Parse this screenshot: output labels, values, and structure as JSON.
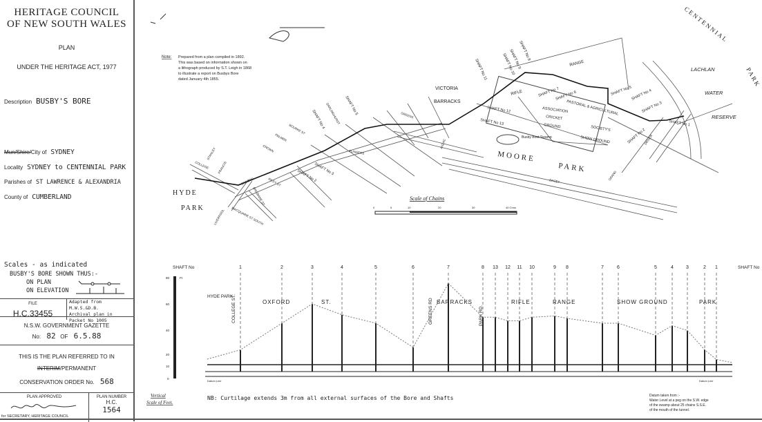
{
  "title_block": {
    "org_line1": "HERITAGE COUNCIL",
    "org_line2": "OF NEW SOUTH WALES",
    "plan": "PLAN",
    "act": "UNDER THE HERITAGE ACT, 1977",
    "description_label": "Description",
    "description_value": "BUSBY'S BORE",
    "mun_label_struck": "Mun/Shire/",
    "mun_label": "City of",
    "mun_value": "SYDNEY",
    "locality_label": "Locality",
    "locality_value": "SYDNEY to CENTENNIAL PARK",
    "parishes_label": "Parishes of",
    "parishes_value": "ST LAWRENCE & ALEXANDRIA",
    "county_label": "County of",
    "county_value": "CUMBERLAND",
    "scales": "Scales - as indicated",
    "shown_thus": "BUSBY'S BORE SHOWN THUS:-",
    "on_plan": "ON PLAN",
    "on_elevation": "ON ELEVATION",
    "file_label": "FILE",
    "file_value": "H.C.33455",
    "adapted_1": "Adapted from M.W.S.&D.B.",
    "adapted_2": "Archival plan in",
    "adapted_3": "Packet No 1005",
    "gazette_label": "N.S.W. GOVERNMENT GAZETTE",
    "gazette_no_label": "No:",
    "gazette_no": "82",
    "gazette_of_label": "OF",
    "gazette_date": "6.5.88",
    "referred": "THIS IS THE PLAN REFERRED TO IN",
    "interim_struck": "INTERIM",
    "permanent": "/PERMANENT",
    "order_label": "CONSERVATION ORDER No.",
    "order_no": "568",
    "approved_label": "PLAN APPROVED",
    "secretary": "for SECRETARY, HERITAGE COUNCIL",
    "plan_number_label": "PLAN NUMBER",
    "plan_number_prefix": "H.C.",
    "plan_number": "1564"
  },
  "map": {
    "note_label": "Note:",
    "note_lines": [
      "Prepared from a plan compiled in 1892.",
      "This was based on information shown on",
      "a lithograph produced by S.T. Leigh in 1868",
      "to illustrate a report on Busbys Bore",
      "dated January 4th 1855."
    ],
    "places": {
      "hyde": "HYDE",
      "park": "PARK",
      "victoria": "VICTORIA",
      "barracks": "BARRACKS",
      "moore": "MOORE",
      "moore_park": "PARK",
      "centennial": "CENTENNIAL",
      "centennial_park": "PARK",
      "lachlan": "LACHLAN",
      "water": "WATER",
      "reserve": "RESERVE",
      "association": "ASSOCIATION",
      "cricket": "CRICKET",
      "ground": "GROUND",
      "pastoral": "PASTORAL & AGRICULTURAL",
      "society": "SOCIETY'S",
      "show_ground": "SHOW GROUND",
      "rifle": "RIFLE",
      "range": "RANGE",
      "swamp": "Busby Boot Swamp"
    },
    "streets": [
      "COLLEGE",
      "STANLEY",
      "FRANCIS",
      "OXFORD",
      "LIVERPOOL",
      "MACQUARIE ST SOUTH",
      "BRISBANE ST",
      "RILEY ST",
      "CROWN",
      "PALMER",
      "BOURKE ST",
      "DARLINGHURST",
      "FLINDERS",
      "GREENS",
      "ANZAC",
      "DRIVER",
      "GRAND",
      "DACEY"
    ],
    "shafts": [
      "SHAFT No 1",
      "SHAFT No 2",
      "SHAFT No 3",
      "SHAFT No 4",
      "SHAFT No 5",
      "SHAFT No 6",
      "SHAFT No 7",
      "SHAFT No 8",
      "SHAFT No 9",
      "SHAFT No 10",
      "SHAFT No 11",
      "SHAFT No 12",
      "SHAFT No 13"
    ],
    "scale_title": "Scale of Chains",
    "scale_ticks": [
      "0",
      "5",
      "10",
      "20",
      "30",
      "40 Chns"
    ]
  },
  "elevation": {
    "shaft_label": "SHAFT No",
    "shaft_numbers": [
      "1",
      "2",
      "3",
      "4",
      "5",
      "6",
      "7",
      "8",
      "13",
      "12",
      "11",
      "10",
      "9",
      "8",
      "7",
      "6",
      "5",
      "4",
      "3",
      "2",
      "1"
    ],
    "heights_ft": [
      18,
      40,
      56,
      47,
      40,
      20,
      73,
      45,
      45,
      42,
      42,
      45,
      46,
      44,
      40,
      40,
      30,
      38,
      34,
      18,
      10
    ],
    "scale_ticks": [
      "80",
      "60",
      "40",
      "20",
      "10",
      "0"
    ],
    "scale_unit": "Ft",
    "labels": {
      "hyde_park": "HYDE PARK",
      "college": "COLLEGE ST.",
      "oxford": "OXFORD",
      "st": "ST.",
      "greens": "GREENS RD",
      "barracks": "BARRACKS",
      "park_rd": "PARK RD.",
      "rifle": "RIFLE",
      "range": "RANGE",
      "show_ground": "SHOW GROUND",
      "park": "PARK"
    },
    "vertical_scale": "Vertical",
    "vertical_scale_2": "Scale of Feet.",
    "nb": "NB: Curtilage extends 3m from all external surfaces of the Bore and Shafts",
    "datum_lines": [
      "Datum taken from :-",
      "Water Level at a peg on the S.W. edge",
      "of the swamp about 25 chains S.S.E.",
      "of the mouth of the tunnel."
    ],
    "datum_line": "Datum Line"
  }
}
